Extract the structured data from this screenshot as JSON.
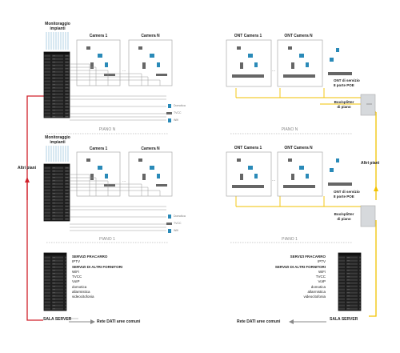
{
  "left": {
    "monitor_label": "Monitoraggio\nimpianti",
    "room1": "Camera 1",
    "roomN": "Camera N",
    "floor_n": "PIANO N",
    "floor_1": "PIANO 1",
    "other_floors": "Altri piani",
    "server_room": "SALA SERVER",
    "common_net": "Rete DATI aree comuni",
    "device_labels": {
      "domotica": "Domotica",
      "tvcc": "TVCC",
      "wifi": "Wifi"
    }
  },
  "right": {
    "room1": "ONT Camera 1",
    "roomN": "ONT Camera N",
    "ont_service": "ONT di servizio\n8 porte POE",
    "box_splitter": "Box/splitter\ndi piano",
    "other_floors": "Altri piani",
    "server_room": "SALA SERVER",
    "common_net": "Rete DATI aree comuni"
  },
  "services": {
    "fracarro_title": "SERVIZI FRACARRO",
    "fracarro_items": [
      "IPTV"
    ],
    "others_title": "SERVIZI DI ALTRI FORNITORI",
    "others_items": [
      "WiFi",
      "TVCC",
      "VoIP",
      "domotica",
      "allarmistica",
      "videocitofonia"
    ]
  },
  "ellipsis": "...",
  "colors": {
    "left_riser": "#d0202a",
    "right_riser": "#f2c200",
    "cable": "#9a9a9a",
    "rack": "#1e1e1e",
    "box": "#bbbbbb"
  }
}
